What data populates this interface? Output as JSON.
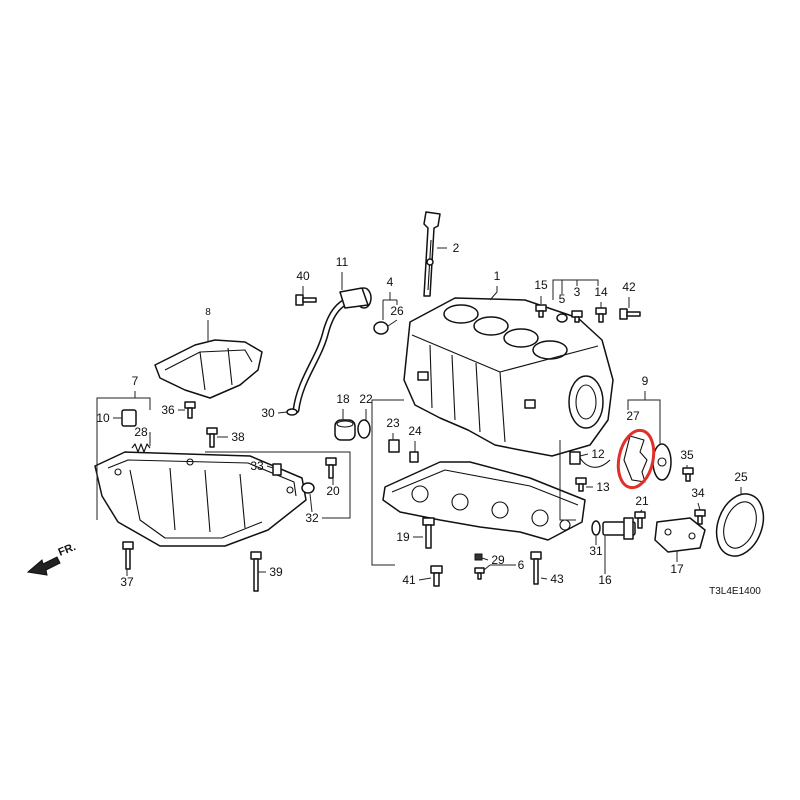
{
  "callouts": [
    "1",
    "2",
    "3",
    "4",
    "5",
    "6",
    "7",
    "8",
    "9",
    "10",
    "11",
    "12",
    "13",
    "14",
    "15",
    "16",
    "17",
    "18",
    "19",
    "20",
    "21",
    "22",
    "23",
    "24",
    "25",
    "26",
    "27",
    "28",
    "29",
    "30",
    "31",
    "32",
    "33",
    "34",
    "35",
    "36",
    "37",
    "38",
    "39",
    "40",
    "41",
    "42",
    "43"
  ],
  "fr_label": "FR.",
  "diagram_code": "T3L4E1400",
  "colors": {
    "highlight": "#e0302a",
    "line": "#111111",
    "background": "#ffffff"
  },
  "icons": {
    "front_direction": "arrow-lower-left-icon"
  }
}
